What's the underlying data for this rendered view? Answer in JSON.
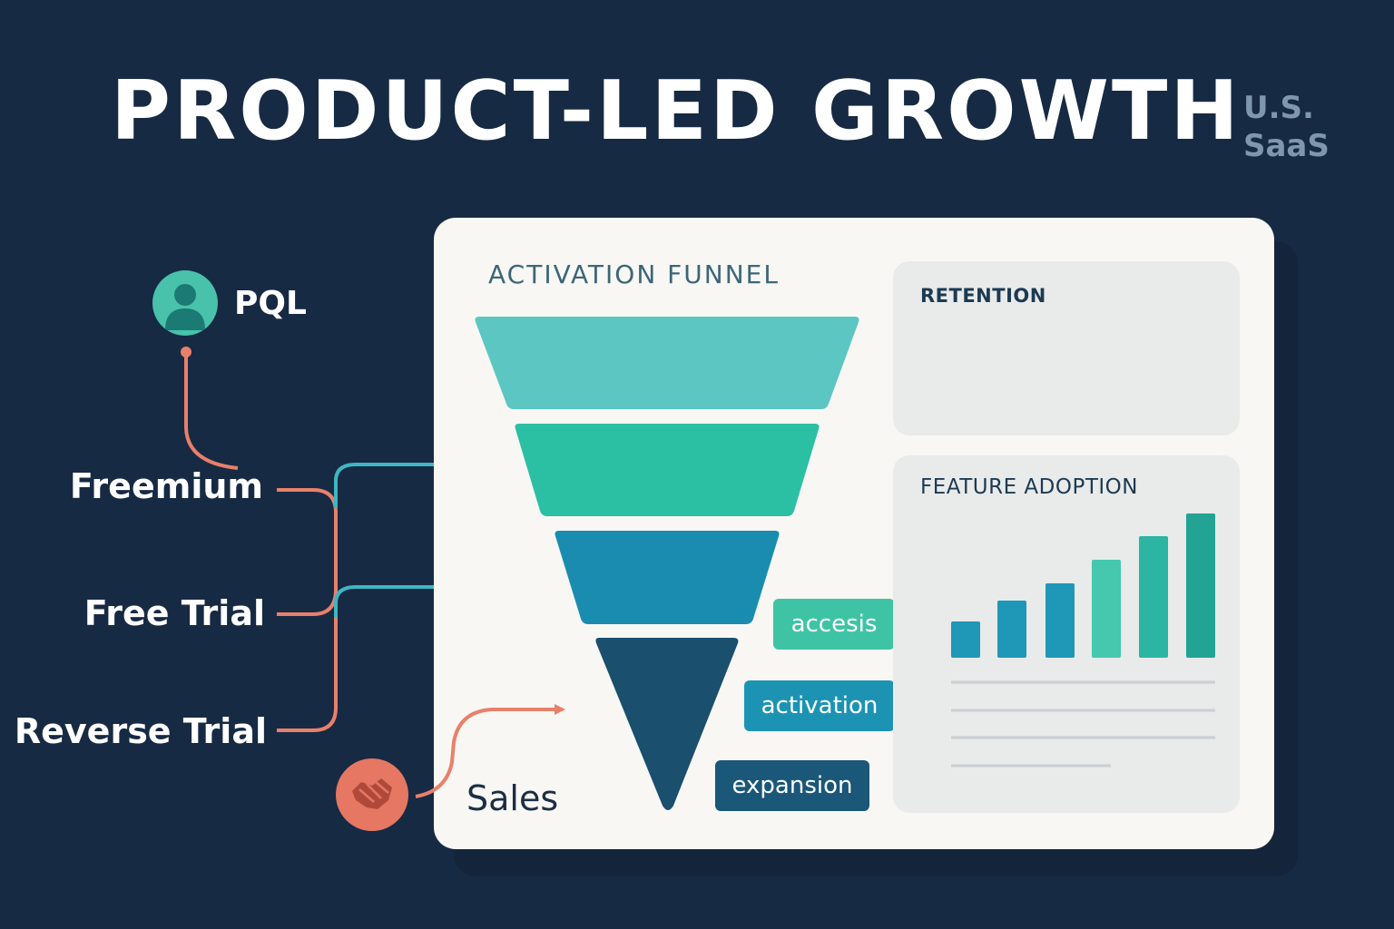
{
  "header": {
    "title": "PRODUCT-LED GROWTH",
    "region_line1": "U.S.",
    "region_line2": "SaaS"
  },
  "pql": {
    "label": "PQL",
    "icon": "user-avatar-icon"
  },
  "growth_models": [
    {
      "label": "Freemium"
    },
    {
      "label": "Free Trial"
    },
    {
      "label": "Reverse Trial"
    }
  ],
  "sales": {
    "label": "Sales",
    "icon": "handshake-icon"
  },
  "funnel": {
    "title": "ACTIVATION FUNNEL",
    "stage_tags": [
      "accesis",
      "activation",
      "expansion"
    ],
    "colors": [
      "#5cc6c3",
      "#2bbfa4",
      "#1a8cb0",
      "#1a4f6e"
    ]
  },
  "retention": {
    "title": "RETENTION",
    "line_color": "#36a9c4"
  },
  "feature_adoption": {
    "title": "FEATURE ADOPTION",
    "bar_colors": [
      "#1f97b7",
      "#1f97b7",
      "#1f97b7",
      "#45c8ad",
      "#2cb5a2",
      "#22a394"
    ]
  },
  "colors": {
    "background": "#172a43",
    "card": "#f8f7f3",
    "connector_coral": "#e8806b",
    "connector_teal": "#3fb6c2"
  }
}
